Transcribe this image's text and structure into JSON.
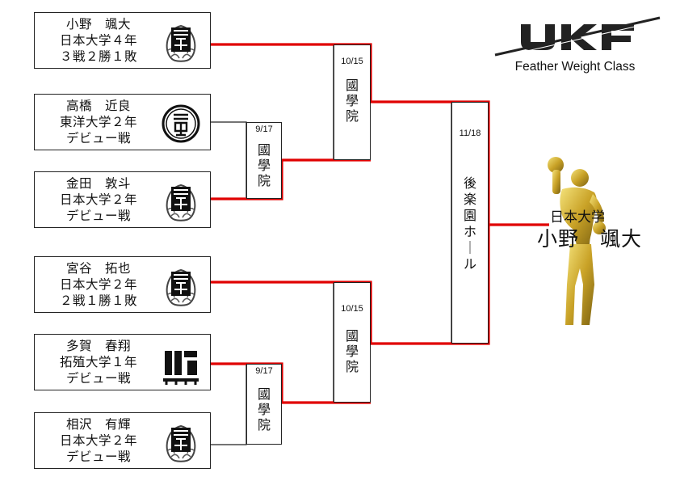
{
  "header": {
    "logo_text": "UKF",
    "weight_class": "Feather Weight Class",
    "brand_color": "#222222"
  },
  "colors": {
    "advance_line": "#e00000",
    "bracket_line": "#222222",
    "trophy": "#c9a227"
  },
  "fighters": [
    {
      "name": "小野　颯大",
      "school": "日本大学４年",
      "record": "３戦２勝１敗",
      "emblem": "kokugakuin-crest-icon"
    },
    {
      "name": "高橋　近良",
      "school": "東洋大学２年",
      "record": "デビュー戦",
      "emblem": "toyo-crest-icon"
    },
    {
      "name": "金田　敦斗",
      "school": "日本大学２年",
      "record": "デビュー戦",
      "emblem": "kokugakuin-crest-icon"
    },
    {
      "name": "宮谷　拓也",
      "school": "日本大学２年",
      "record": "２戦１勝１敗",
      "emblem": "kokugakuin-crest-icon"
    },
    {
      "name": "多賀　春翔",
      "school": "拓殖大学１年",
      "record": "デビュー戦",
      "emblem": "takushoku-crest-icon"
    },
    {
      "name": "相沢　有輝",
      "school": "日本大学２年",
      "record": "デビュー戦",
      "emblem": "kokugakuin-crest-icon"
    }
  ],
  "rounds": {
    "first_top": {
      "date": "9/17",
      "venue": "國\n學\n院"
    },
    "first_bottom": {
      "date": "9/17",
      "venue": "國\n學\n院"
    },
    "semi_top": {
      "date": "10/15",
      "venue": "國\n學\n院"
    },
    "semi_bottom": {
      "date": "10/15",
      "venue": "國\n學\n院"
    },
    "final": {
      "date": "11/18",
      "venue": "後\n楽\n園\nホ\n｜\nル"
    }
  },
  "winner": {
    "school": "日本大学",
    "name": "小野　颯大",
    "icon": "boxer-trophy-icon"
  }
}
